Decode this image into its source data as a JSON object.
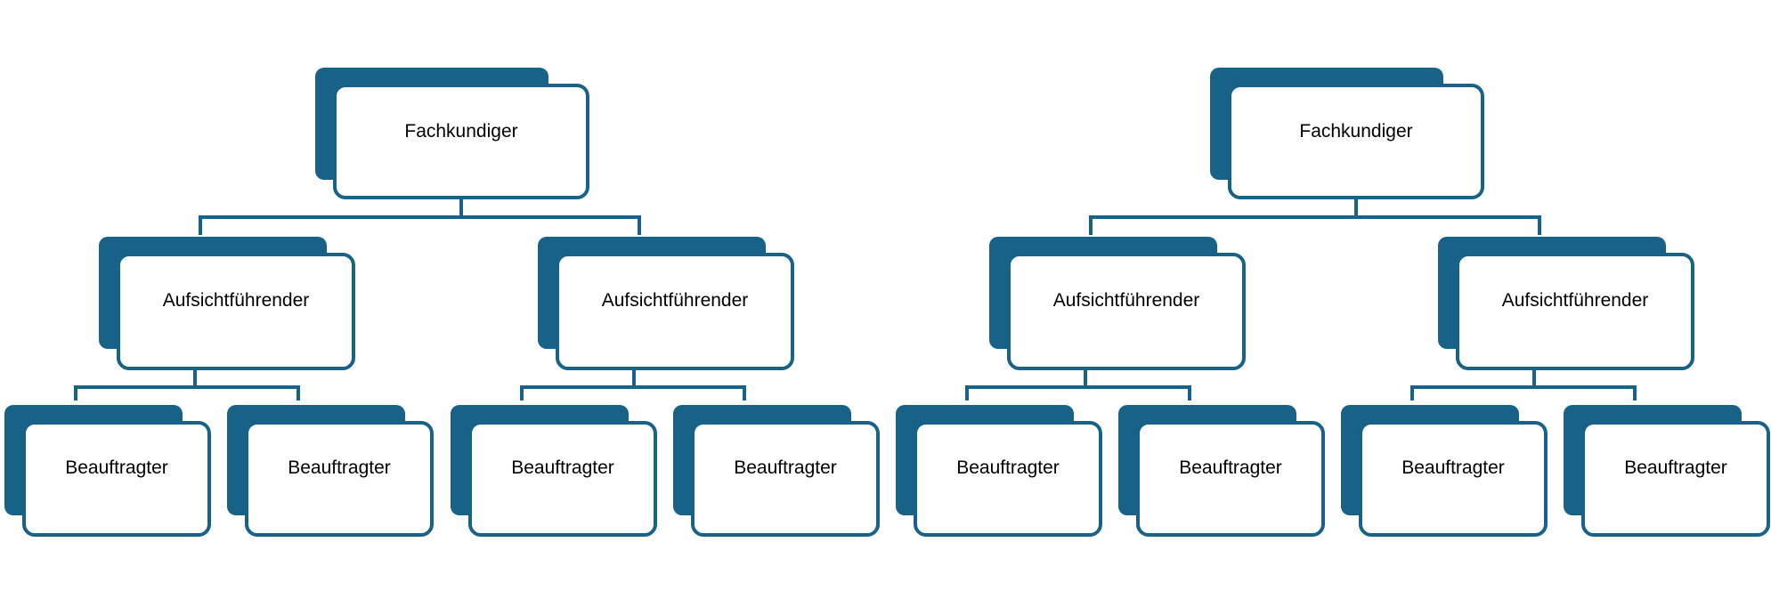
{
  "diagram": {
    "trees": [
      {
        "root": "Fachkundiger",
        "children": [
          {
            "label": "Aufsichtführender",
            "children": [
              "Beauftragter",
              "Beauftragter"
            ]
          },
          {
            "label": "Aufsichtführender",
            "children": [
              "Beauftragter",
              "Beauftragter"
            ]
          }
        ]
      },
      {
        "root": "Fachkundiger",
        "children": [
          {
            "label": "Aufsichtführender",
            "children": [
              "Beauftragter",
              "Beauftragter"
            ]
          },
          {
            "label": "Aufsichtführender",
            "children": [
              "Beauftragter",
              "Beauftragter"
            ]
          }
        ]
      }
    ],
    "colors": {
      "accent": "#176286",
      "box_fill": "#e8eef2",
      "background": "#ffffff"
    }
  }
}
